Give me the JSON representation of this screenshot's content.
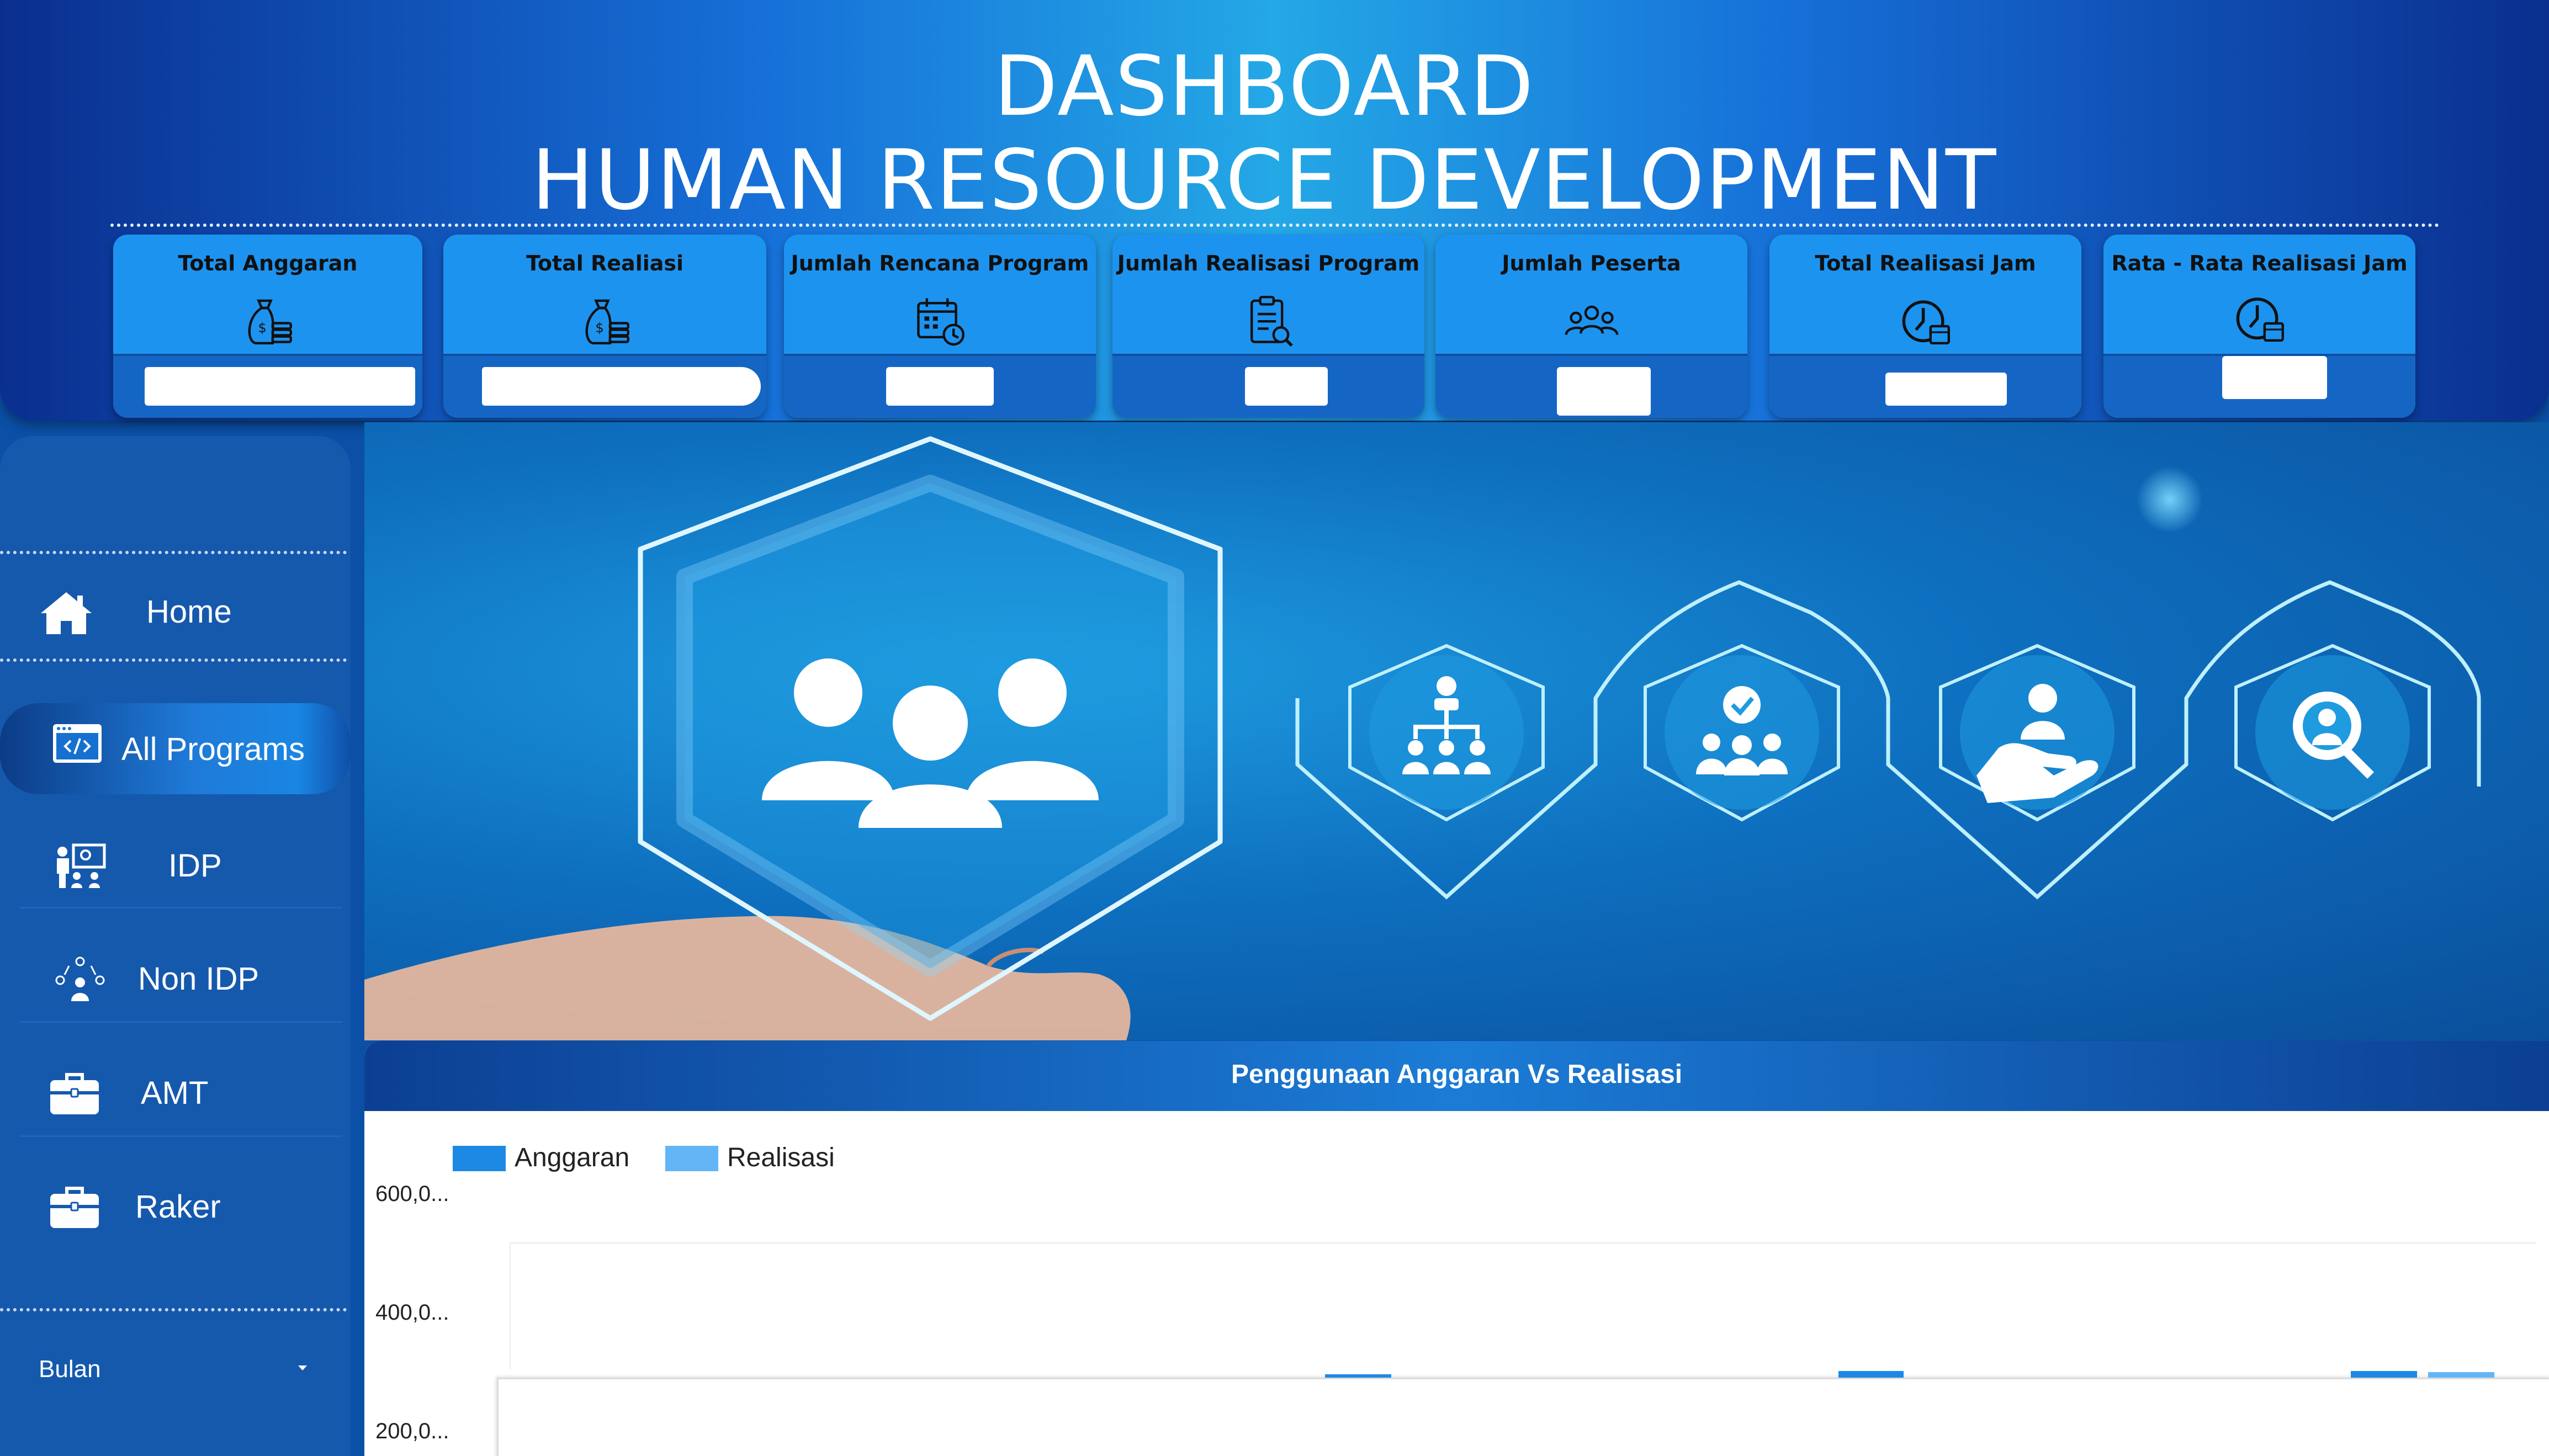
{
  "header": {
    "title_line1": "DASHBOARD",
    "title_line2": "HUMAN RESOURCE DEVELOPMENT"
  },
  "kpis": [
    {
      "label": "Total Anggaran",
      "icon": "money-bag-coins-icon"
    },
    {
      "label": "Total Realiasi",
      "icon": "money-bag-coins-icon"
    },
    {
      "label": "Jumlah Rencana Program",
      "icon": "calendar-clock-icon"
    },
    {
      "label": "Jumlah Realisasi Program",
      "icon": "clipboard-report-icon"
    },
    {
      "label": "Jumlah Peserta",
      "icon": "people-group-icon"
    },
    {
      "label": "Total Realisasi Jam",
      "icon": "clock-calendar-icon"
    },
    {
      "label": "Rata - Rata Realisasi Jam",
      "icon": "clock-calendar-icon"
    }
  ],
  "sidebar": {
    "items": [
      {
        "label": "Home",
        "icon": "home-icon",
        "active": false
      },
      {
        "label": "All Programs",
        "icon": "code-window-icon",
        "active": true
      },
      {
        "label": "IDP",
        "icon": "presentation-icon",
        "active": false
      },
      {
        "label": "Non IDP",
        "icon": "network-people-icon",
        "active": false
      },
      {
        "label": "AMT",
        "icon": "briefcase-icon",
        "active": false
      },
      {
        "label": "Raker",
        "icon": "briefcase-icon",
        "active": false
      }
    ],
    "filter_label": "Bulan"
  },
  "hero": {
    "description_icons": [
      "team-icon",
      "org-chart-icon",
      "team-check-icon",
      "hand-person-icon",
      "search-person-icon"
    ]
  },
  "chart_data": {
    "type": "bar",
    "title": "Penggunaan Anggaran Vs Realisasi",
    "series": [
      {
        "name": "Anggaran",
        "color": "#1e88e5"
      },
      {
        "name": "Realisasi",
        "color": "#64b5f6"
      }
    ],
    "ytick_labels": [
      "600,0...",
      "400,0...",
      "200,0..."
    ],
    "legend": "top-left"
  }
}
